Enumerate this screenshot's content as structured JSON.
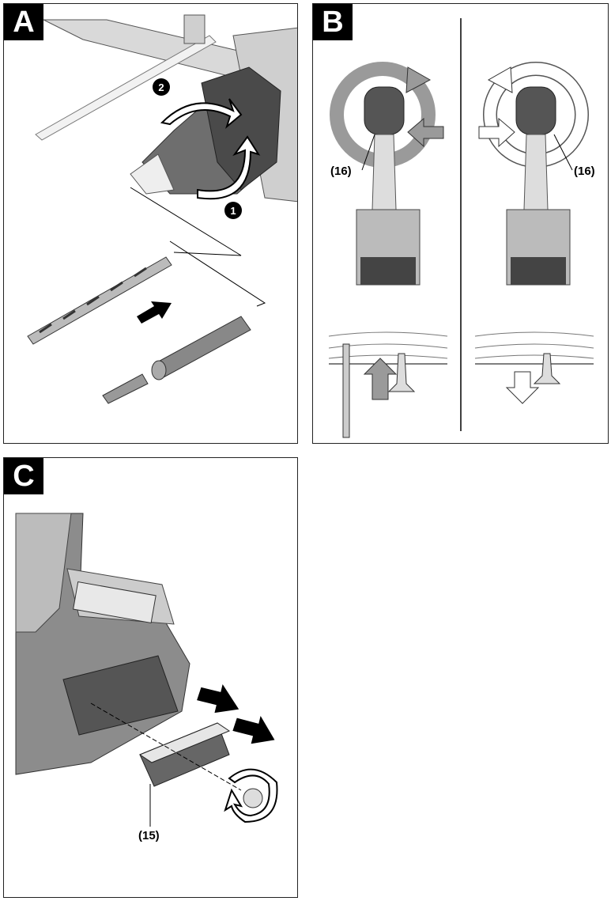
{
  "panels": {
    "a": {
      "badge": "A",
      "step1": "1",
      "step2": "2"
    },
    "b": {
      "badge": "B",
      "callout_left": "(16)",
      "callout_right": "(16)"
    },
    "c": {
      "badge": "C",
      "callout": "(15)"
    }
  },
  "icons": [
    "chuck-rotate-arrow-icon",
    "insert-arrow-icon",
    "rotation-arrow-icon",
    "push-arrow-icon",
    "slide-arrows-icon",
    "screw-rotate-icon"
  ]
}
